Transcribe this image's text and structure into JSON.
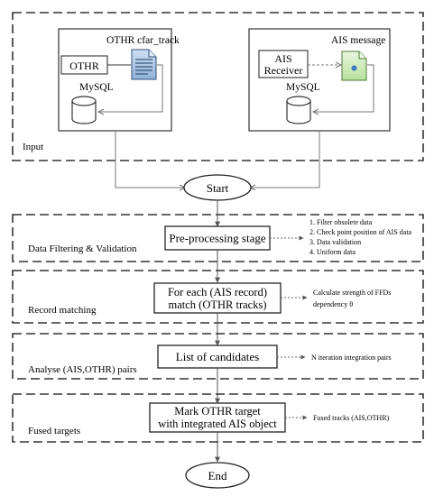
{
  "input": {
    "section_label": "Input",
    "othr_source_label": "OTHR cfar_track",
    "othr_box_label": "OTHR",
    "othr_db_label": "MySQL",
    "ais_source_label": "AIS message",
    "ais_receiver_line1": "AIS",
    "ais_receiver_line2": "Receiver",
    "ais_db_label": "MySQL"
  },
  "start_label": "Start",
  "end_label": "End",
  "stages": {
    "filtering": {
      "section_label": "Data Filtering & Validation",
      "box_label": "Pre-processing stage",
      "notes": [
        "1. Filter obsolete data",
        "2. Check point position of AIS data",
        "3. Data validation",
        "4. Uniform data"
      ]
    },
    "matching": {
      "section_label": "Record matching",
      "box_line1": "For each (AIS record)",
      "box_line2": "match (OTHR tracks)",
      "note_line1": "Calculate strength of FFDs",
      "note_line2": "dependency θ"
    },
    "analyse": {
      "section_label": "Analyse (AIS,OTHR) pairs",
      "box_label": "List of candidates",
      "note": "N iteration integration pairs"
    },
    "fused": {
      "section_label": "Fused targets",
      "box_line1": "Mark OTHR target",
      "box_line2": "with integrated AIS object",
      "note": "Fused tracks (AIS,OTHR)"
    }
  }
}
